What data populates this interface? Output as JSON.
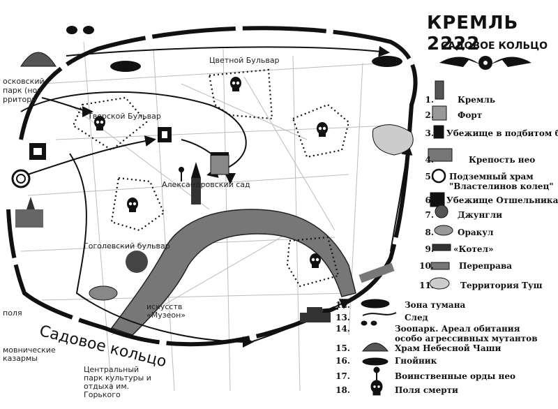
{
  "title": "КРЕМЛЬ 2222",
  "subtitle": "САДОВОЕ КОЛЬЦО",
  "map_labels": [
    "осковский парк (нов рритори",
    "Цветной Бульвар",
    "Тверской Бульвар",
    "Александровский сад",
    "Гоголевский бульвар",
    "искусств «Музеон»",
    "Садовое кольцо",
    "Центральный парк культуры и отдыха им. Горького",
    "мовнические казармы",
    "поля"
  ],
  "legend": [
    {
      "num": "1.",
      "label": "Кремль",
      "icon": "kremlin-tower-icon"
    },
    {
      "num": "2.",
      "label": "Форт",
      "icon": "fort-icon"
    },
    {
      "num": "3.",
      "label": "Убежище в подбитом биороботе",
      "icon": "biorobot-shelter-icon"
    },
    {
      "num": "4.",
      "label": "Крепость нео",
      "icon": "neo-fortress-icon"
    },
    {
      "num": "5.",
      "label": "Подземный храм \"Властелинов колец\"",
      "icon": "ring-temple-icon"
    },
    {
      "num": "6.",
      "label": "Убежище Отшельника",
      "icon": "hermit-shelter-icon"
    },
    {
      "num": "7.",
      "label": "Джунгли",
      "icon": "jungle-icon"
    },
    {
      "num": "8.",
      "label": "Оракул",
      "icon": "oracle-icon"
    },
    {
      "num": "9.",
      "label": "«Котел»",
      "icon": "tank-icon"
    },
    {
      "num": "10.",
      "label": "Переправа",
      "icon": "crossing-icon"
    },
    {
      "num": "11.",
      "label": "Территория Туш",
      "icon": "tush-territory-icon"
    },
    {
      "num": "12.",
      "label": "Зона тумана",
      "icon": "fog-zone-icon"
    },
    {
      "num": "13.",
      "label": "След",
      "icon": "trail-icon"
    },
    {
      "num": "14.",
      "label": "Зоопарк. Ареал обитания особо агрессивных мутантов",
      "icon": "mutant-eyes-icon"
    },
    {
      "num": "15.",
      "label": "Храм Небесной Чаши",
      "icon": "dome-temple-icon"
    },
    {
      "num": "16.",
      "label": "Гнойник",
      "icon": "abscess-icon"
    },
    {
      "num": "17.",
      "label": "Воинственные орды нео",
      "icon": "neo-warrior-icon"
    },
    {
      "num": "18.",
      "label": "Поля смерти",
      "icon": "skull-icon"
    }
  ]
}
